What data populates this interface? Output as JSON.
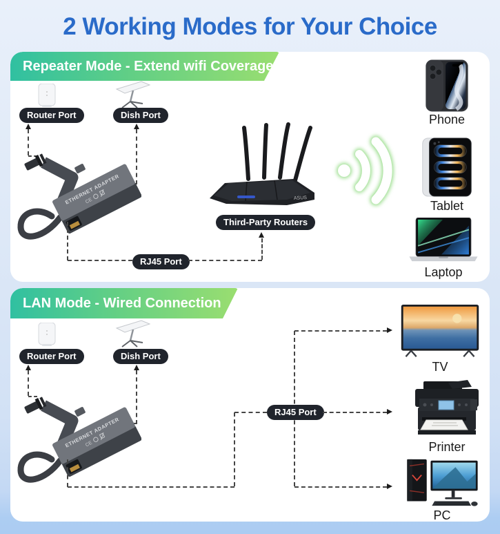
{
  "title": "2 Working Modes for Your Choice",
  "colors": {
    "title_blue": "#2a6bc9",
    "banner_gradient_start": "#30c0a1",
    "banner_gradient_end": "#9ade70",
    "pill_bg": "#20242c",
    "panel_bg": "#ffffff",
    "page_bg_top": "#e9f0fa",
    "page_bg_bottom": "#abccf2",
    "wifi_glow_green": "#98dd8a",
    "dashed_line": "#454545"
  },
  "adapter": {
    "body_text": "ETHERNET ADAPTER",
    "ce_mark": "CE"
  },
  "router_brand": "ASUS",
  "images": [
    "starlink-router",
    "starlink-dish",
    "ethernet-adapter",
    "third-party-router",
    "wifi-signal",
    "phone",
    "tablet",
    "laptop",
    "tv",
    "printer",
    "pc"
  ],
  "sections": [
    {
      "banner": "Repeater Mode - Extend wifi Coverage",
      "ports": {
        "router": "Router Port",
        "dish": "Dish Port",
        "rj45": "RJ45 Port",
        "routers": "Third-Party Routers"
      },
      "devices": [
        {
          "label": "Phone"
        },
        {
          "label": "Tablet"
        },
        {
          "label": "Laptop"
        }
      ]
    },
    {
      "banner": "LAN Mode - Wired Connection",
      "ports": {
        "router": "Router Port",
        "dish": "Dish Port",
        "rj45": "RJ45 Port"
      },
      "devices": [
        {
          "label": "TV"
        },
        {
          "label": "Printer"
        },
        {
          "label": "PC"
        }
      ]
    }
  ]
}
